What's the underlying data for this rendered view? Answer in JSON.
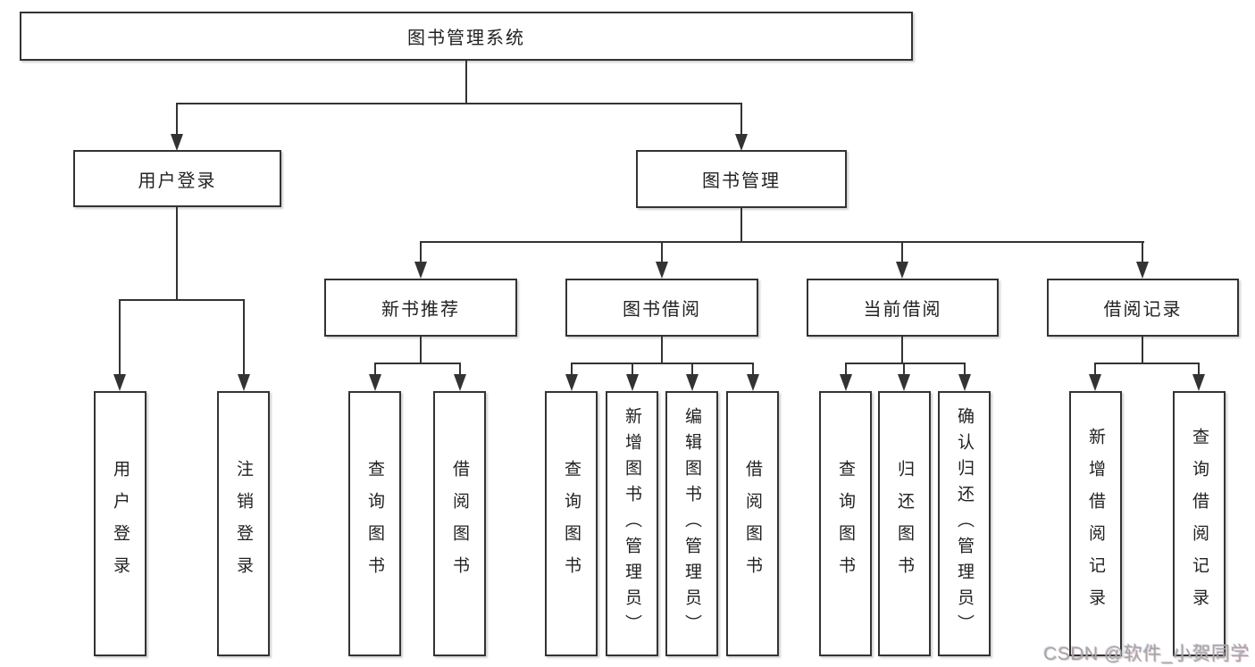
{
  "tree": {
    "label": "图书管理系统",
    "children": [
      {
        "label": "用户登录",
        "children": [
          {
            "label": "用户登录"
          },
          {
            "label": "注销登录"
          }
        ]
      },
      {
        "label": "图书管理",
        "children": [
          {
            "label": "新书推荐",
            "children": [
              {
                "label": "查询图书"
              },
              {
                "label": "借阅图书"
              }
            ]
          },
          {
            "label": "图书借阅",
            "children": [
              {
                "label": "查询图书"
              },
              {
                "label": "新增图书（管理员）"
              },
              {
                "label": "编辑图书（管理员）"
              },
              {
                "label": "借阅图书"
              }
            ]
          },
          {
            "label": "当前借阅",
            "children": [
              {
                "label": "查询图书"
              },
              {
                "label": "归还图书"
              },
              {
                "label": "确认归还（管理员）"
              }
            ]
          },
          {
            "label": "借阅记录",
            "children": [
              {
                "label": "新增借阅记录"
              },
              {
                "label": "查询借阅记录"
              }
            ]
          }
        ]
      }
    ]
  },
  "watermark": {
    "text": "CSDN @软件_小贺同学"
  },
  "colors": {
    "line": "#333333",
    "text": "#222222",
    "background": "#ffffff",
    "watermark": "#a6a6a6"
  }
}
